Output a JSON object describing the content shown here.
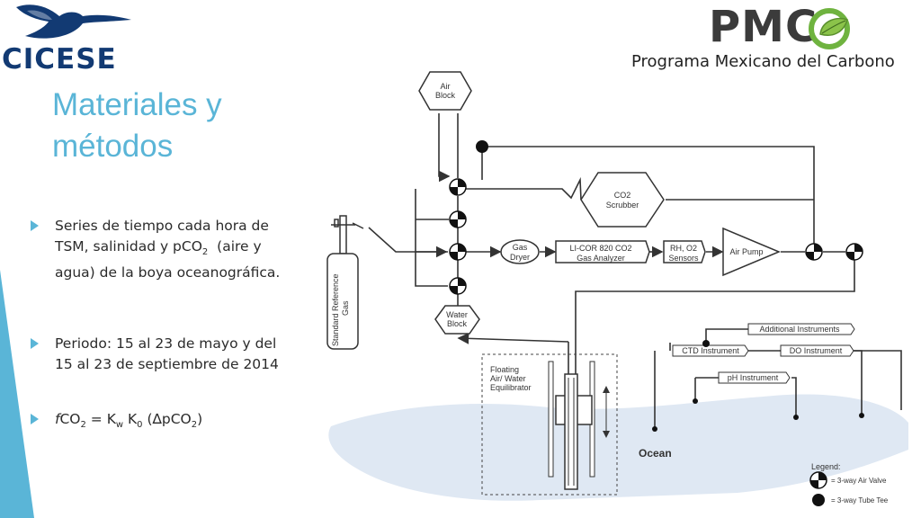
{
  "logos": {
    "cicese": "CICESE",
    "pmc_mark": "PMC",
    "pmc_sub": "Programa Mexicano del Carbono"
  },
  "slide": {
    "title_line1": "Materiales y",
    "title_line2": "métodos",
    "bullets": [
      {
        "line1": "Series de tiempo cada hora de",
        "line2_pre": "TSM, salinidad y pCO",
        "line2_sub": "2",
        "line2_post": "  (aire y",
        "line3": "agua) de la boya oceanográfica."
      },
      {
        "line1": "Periodo: 15 al 23 de mayo y del",
        "line2": "15 al 23 de septiembre de 2014"
      },
      {
        "f": "f",
        "co": "CO",
        "s1": "2",
        "eq": " = K",
        "s2": "w",
        "k0": " K",
        "s3": "0",
        "dp": " (∆pCO",
        "s4": "2",
        "close": ")"
      }
    ]
  },
  "diagram": {
    "air_block_1": "Air",
    "air_block_2": "Block",
    "co2_scrubber_1": "CO2",
    "co2_scrubber_2": "Scrubber",
    "standard_gas_1": "Standard Reference",
    "standard_gas_2": "Gas",
    "gas_dryer_1": "Gas",
    "gas_dryer_2": "Dryer",
    "licor_1": "LI-COR 820 CO2",
    "licor_2": "Gas Analyzer",
    "rh_1": "RH, O2",
    "rh_2": "Sensors",
    "air_pump": "Air Pump",
    "water_block_1": "Water",
    "water_block_2": "Block",
    "equilibrator_1": "Floating",
    "equilibrator_2": "Air/ Water",
    "equilibrator_3": "Equilibrator",
    "additional": "Additional Instruments",
    "ctd": "CTD Instrument",
    "do": "DO Instrument",
    "ph": "pH Instrument",
    "ocean": "Ocean",
    "legend_title": "Legend:",
    "legend_valve": "= 3-way Air Valve",
    "legend_tee": "= 3-way Tube Tee"
  },
  "colors": {
    "accent": "#5ab5d7",
    "cicese_navy": "#123a73",
    "pmc_green": "#6fb33f",
    "ocean": "#dfe8f3"
  }
}
